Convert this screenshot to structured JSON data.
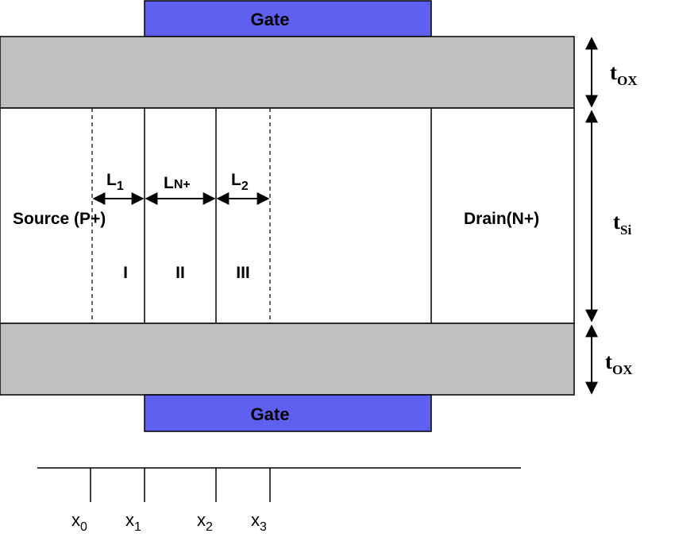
{
  "gate_top": {
    "label": "Gate"
  },
  "gate_bottom": {
    "label": "Gate"
  },
  "source_label": "Source (P+)",
  "drain_label": "Drain(N+)",
  "regions": [
    "I",
    "II",
    "III"
  ],
  "lengths": {
    "l1": {
      "base": "L",
      "sub": "1"
    },
    "ln": {
      "base": "L",
      "sub": "N+"
    },
    "l2": {
      "base": "L",
      "sub": "2"
    }
  },
  "thickness": {
    "tox_top": {
      "base": "t",
      "sub": "OX"
    },
    "tsi": {
      "base": "t",
      "sub": "Si"
    },
    "tox_bottom": {
      "base": "t",
      "sub": "OX"
    }
  },
  "positions": [
    {
      "base": "x",
      "sub": "0"
    },
    {
      "base": "x",
      "sub": "1"
    },
    {
      "base": "x",
      "sub": "2"
    },
    {
      "base": "x",
      "sub": "3"
    }
  ],
  "colors": {
    "gate": "#6060f0",
    "oxide": "#c0c0c0",
    "outline": "#000000"
  }
}
